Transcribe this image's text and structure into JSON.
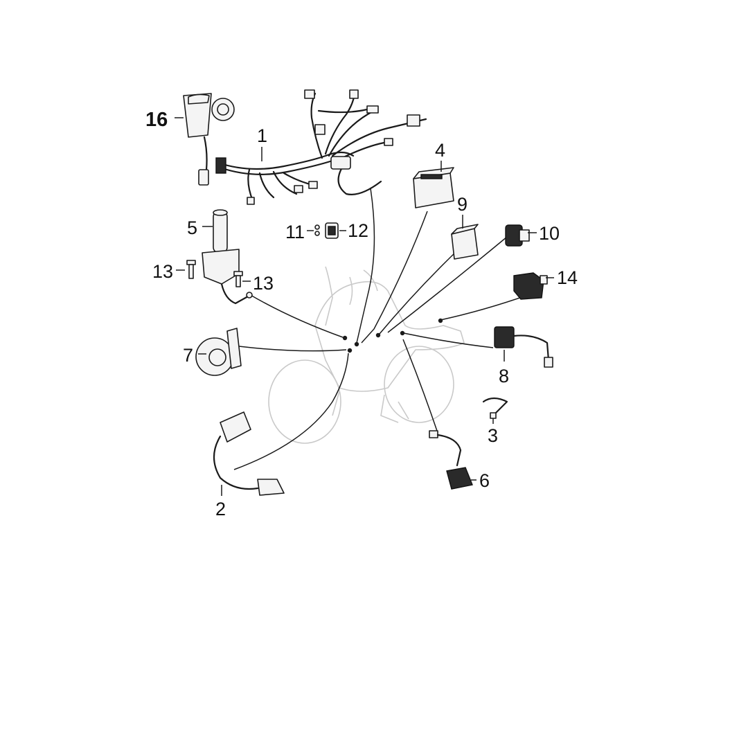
{
  "callouts": {
    "c1": "1",
    "c2": "2",
    "c3": "3",
    "c4": "4",
    "c5": "5",
    "c6": "6",
    "c7": "7",
    "c8": "8",
    "c9": "9",
    "c10": "10",
    "c11": "11",
    "c12": "12",
    "c13a": "13",
    "c13b": "13",
    "c14": "14",
    "c16": "16"
  },
  "colors": {
    "line": "#1a1a1a",
    "ghost": "#c9c9c9",
    "background": "#ffffff"
  }
}
